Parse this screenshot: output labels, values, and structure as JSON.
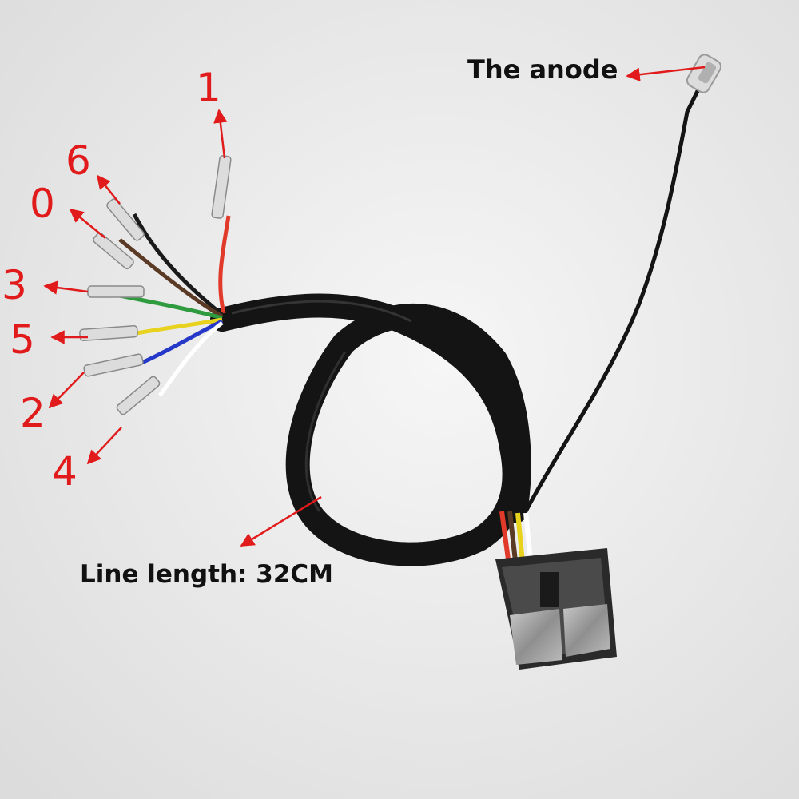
{
  "labels": {
    "anode": "The anode",
    "line_length": "Line length: 32CM"
  },
  "wire_numbers": {
    "n1": "1",
    "n6": "6",
    "n0": "0",
    "n3": "3",
    "n5": "5",
    "n2": "2",
    "n4": "4"
  },
  "colors": {
    "background": "#ececec",
    "annotation_red": "#e11b1b",
    "cable_black": "#141414",
    "wire_red": "#e23a2a",
    "wire_black": "#1a1a1a",
    "wire_brown": "#5a3a24",
    "wire_green": "#2e9b3e",
    "wire_yellow": "#e8d21e",
    "wire_blue": "#2638c8",
    "wire_white": "#ffffff"
  }
}
